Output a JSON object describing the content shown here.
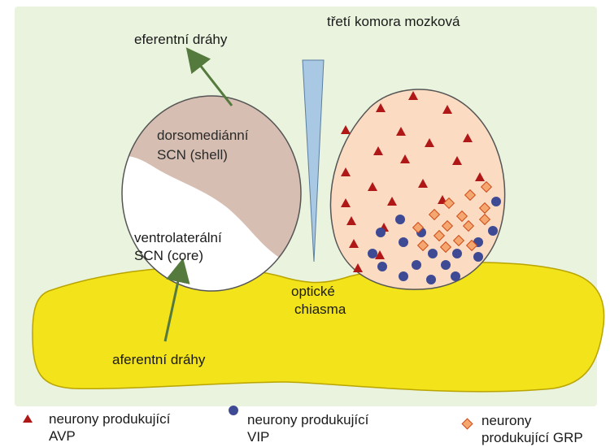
{
  "labels": {
    "efferent": "eferentní dráhy",
    "third_ventricle": "třetí komora mozková",
    "shell_line1": "dorsomediánní",
    "shell_line2": "SCN (shell)",
    "core_line1": "ventrolaterální",
    "core_line2": "SCN (core)",
    "chiasm_line1": "optické",
    "chiasm_line2": "chiasma",
    "afferent": "aferentní dráhy"
  },
  "legend": {
    "avp_line1": "neurony produkující",
    "avp_line2": "AVP",
    "vip_line1": "neurony produkující",
    "vip_line2": "VIP",
    "grp_line1": "neurony",
    "grp_line2": "produkující GRP"
  },
  "colors": {
    "background": "#e9f3dd",
    "chiasm": "#f2e31a",
    "chiasm_stroke": "#b9a400",
    "shell": "#d6bfb2",
    "core": "#ffffff",
    "right_nucleus": "#fbdcc2",
    "ventricle": "#a9c8e4",
    "arrow": "#557a3e",
    "avp": "#b01818",
    "vip": "#3e4a94",
    "grp": "#f4a76e",
    "grp_stroke": "#d04a1a"
  }
}
